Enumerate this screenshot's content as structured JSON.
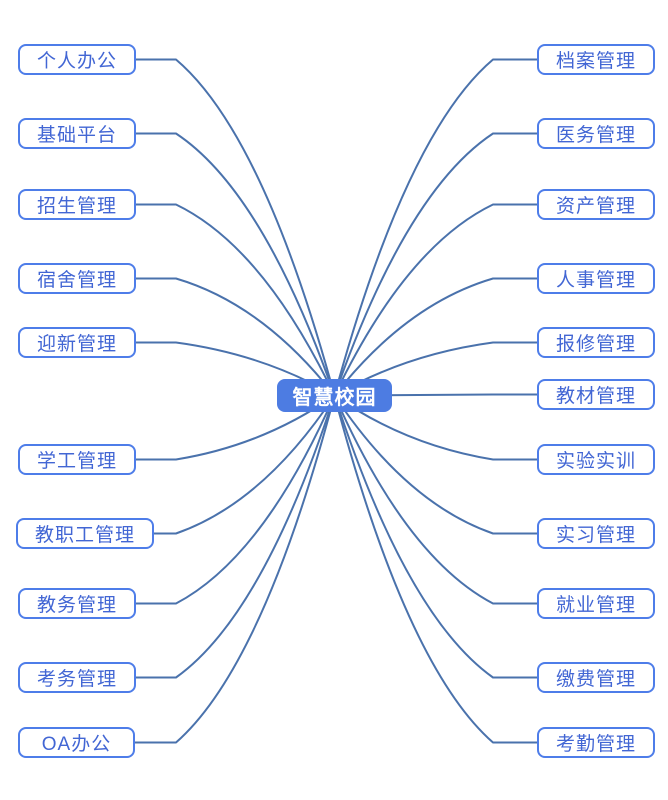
{
  "diagram": {
    "center_node": {
      "label": "智慧校园"
    },
    "left_nodes": [
      {
        "label": "个人办公"
      },
      {
        "label": "基础平台"
      },
      {
        "label": "招生管理"
      },
      {
        "label": "宿舍管理"
      },
      {
        "label": "迎新管理"
      },
      {
        "label": "学工管理"
      },
      {
        "label": "教职工管理"
      },
      {
        "label": "教务管理"
      },
      {
        "label": "考务管理"
      },
      {
        "label": "OA办公"
      }
    ],
    "right_nodes": [
      {
        "label": "档案管理"
      },
      {
        "label": "医务管理"
      },
      {
        "label": "资产管理"
      },
      {
        "label": "人事管理"
      },
      {
        "label": "报修管理"
      },
      {
        "label": "教材管理"
      },
      {
        "label": "实验实训"
      },
      {
        "label": "实习管理"
      },
      {
        "label": "就业管理"
      },
      {
        "label": "缴费管理"
      },
      {
        "label": "考勤管理"
      }
    ]
  },
  "colors": {
    "background": "#ffffff",
    "node_border": "#4e7de9",
    "node_text": "#4266d4",
    "center_fill": "#4d7ce2",
    "center_text": "#ffffff",
    "connector": "#4a72ac"
  }
}
